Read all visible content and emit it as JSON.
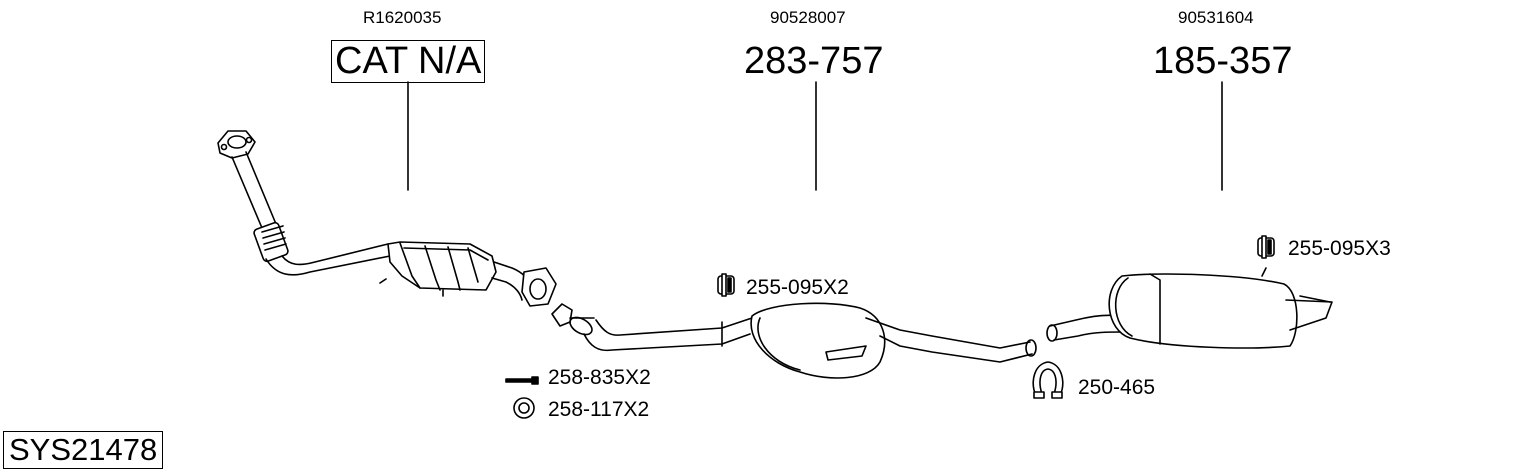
{
  "parts": [
    {
      "oem_number": "R1620035",
      "part_number": "CAT N/A"
    },
    {
      "oem_number": "90528007",
      "part_number": "283-757"
    },
    {
      "oem_number": "90531604",
      "part_number": "185-357"
    }
  ],
  "accessories": [
    {
      "code": "255-095X2",
      "icon": "rubber-hanger-icon"
    },
    {
      "code": "255-095X3",
      "icon": "rubber-hanger-icon"
    },
    {
      "code": "258-835X2",
      "icon": "bolt-icon"
    },
    {
      "code": "258-117X2",
      "icon": "ring-gasket-icon"
    },
    {
      "code": "250-465",
      "icon": "clamp-icon"
    }
  ],
  "system_code": "SYS21478"
}
